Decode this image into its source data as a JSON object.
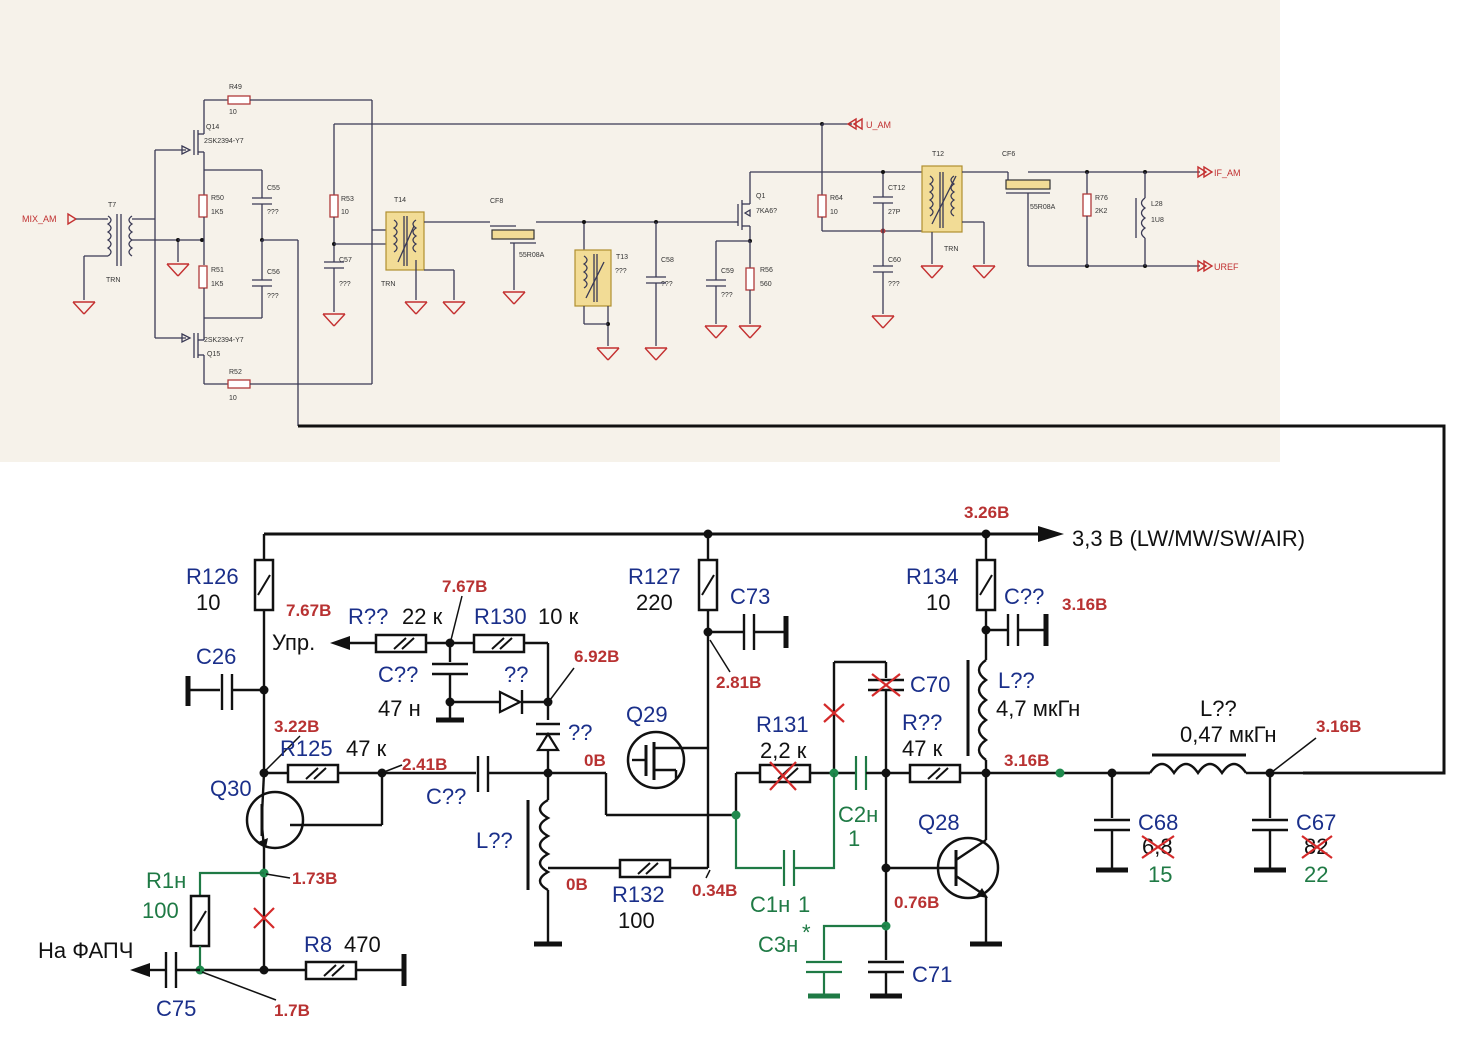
{
  "top": {
    "nets": {
      "mix": "MIX_AM",
      "u_am": "U_AM",
      "if_am": "IF_AM",
      "uref": "UREF"
    },
    "components": [
      {
        "ref": "R49",
        "value": "10"
      },
      {
        "ref": "Q14",
        "value": "2SK2394-Y7"
      },
      {
        "ref": "T7",
        "value": "TRN"
      },
      {
        "ref": "R50",
        "value": "1K5"
      },
      {
        "ref": "C55",
        "value": "???"
      },
      {
        "ref": "R51",
        "value": "1K5"
      },
      {
        "ref": "C56",
        "value": "???"
      },
      {
        "ref": "Q15",
        "value": "2SK2394-Y7"
      },
      {
        "ref": "R52",
        "value": "10"
      },
      {
        "ref": "R53",
        "value": "10"
      },
      {
        "ref": "C57",
        "value": "???"
      },
      {
        "ref": "T14",
        "value": "TRN"
      },
      {
        "ref": "CF8",
        "value": "55R08A"
      },
      {
        "ref": "T13",
        "value": "???"
      },
      {
        "ref": "C58",
        "value": "???"
      },
      {
        "ref": "Q1",
        "value": "7KA6?"
      },
      {
        "ref": "C59",
        "value": "???"
      },
      {
        "ref": "R56",
        "value": "560"
      },
      {
        "ref": "R64",
        "value": "10"
      },
      {
        "ref": "CT12",
        "value": "27P"
      },
      {
        "ref": "C60",
        "value": "???"
      },
      {
        "ref": "T12",
        "value": "TRN"
      },
      {
        "ref": "CF6",
        "value": "55R08A"
      },
      {
        "ref": "R76",
        "value": "2K2"
      },
      {
        "ref": "L28",
        "value": "1U8"
      }
    ]
  },
  "bottom": {
    "supply": "3,3 В (LW/MW/SW/AIR)",
    "ctrl": "Упр.",
    "pll": "На ФАПЧ",
    "labels": {
      "r126": "R126",
      "r126v": "10",
      "c26": "C26",
      "rq1": "R??",
      "rq1v": "22 к",
      "r130": "R130",
      "r130v": "10 к",
      "cq1": "C??",
      "cq1v": "47 н",
      "dq": "??",
      "dq2": "??",
      "r125": "R125",
      "r125v": "47 к",
      "q30": "Q30",
      "cq2": "C??",
      "lq1": "L??",
      "r132": "R132",
      "r132v": "100",
      "r127": "R127",
      "r127v": "220",
      "c73": "C73",
      "q29": "Q29",
      "r131": "R131",
      "r131v": "2,2 к",
      "c70": "C70",
      "c2n": "C2н",
      "c2nv": "1",
      "c1n": "C1н",
      "c1nv": "1",
      "c3n": "C3н",
      "c3nstar": "*",
      "c71": "C71",
      "rq2": "R??",
      "rq2v": "47 к",
      "q28": "Q28",
      "r134": "R134",
      "r134v": "10",
      "cq3": "C??",
      "lq2": "L??",
      "lq2v": "4,7 мкГн",
      "lq3": "L??",
      "lq3v": "0,47 мкГн",
      "c68": "C68",
      "c68old": "6,8",
      "c68new": "15",
      "c67": "C67",
      "c67old": "82",
      "c67new": "22",
      "r1n": "R1н",
      "r1nv": "100",
      "r8": "R8",
      "r8v": "470",
      "c75": "C75"
    },
    "voltages": {
      "v326": "3.26В",
      "v316a": "3.16В",
      "v767a": "7.67В",
      "v767b": "7.67В",
      "v692": "6.92В",
      "v281": "2.81В",
      "v322": "3.22В",
      "v241": "2.41В",
      "v0a": "0В",
      "v0b": "0В",
      "v034": "0.34В",
      "v316b": "3.16В",
      "v316c": "3.16В",
      "v076": "0.76В",
      "v173": "1.73В",
      "v17": "1.7В"
    }
  },
  "colors": {
    "component_label": "#1a2f8a",
    "voltage": "#b83232",
    "modification": "#1f7a45",
    "top_net": "#c43030"
  }
}
